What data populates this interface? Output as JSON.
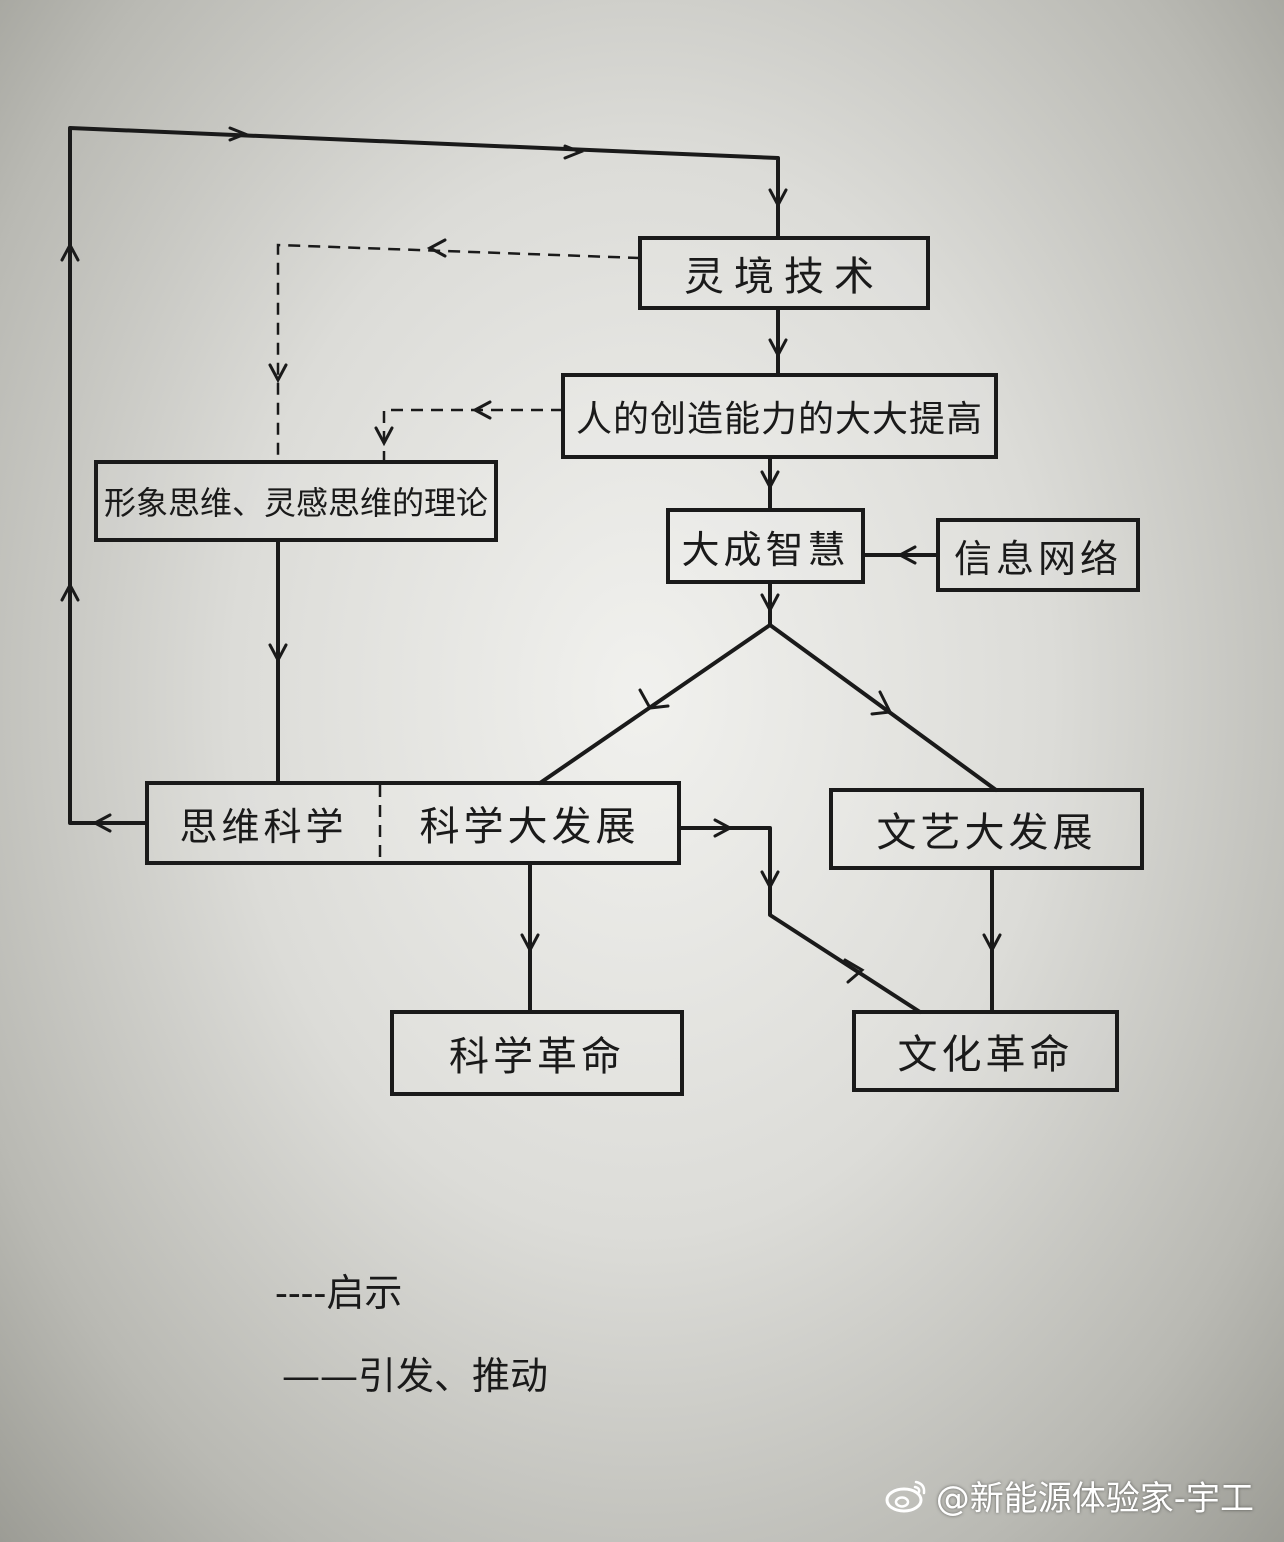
{
  "nodes": {
    "lingjing": "灵境技术",
    "creativity": "人的创造能力的大大提高",
    "theory": "形象思维、灵感思维的理论",
    "dacheng": "大成智慧",
    "network": "信息网络",
    "thinking_science": "思维科学",
    "science_dev": "科学大发展",
    "art_dev": "文艺大发展",
    "science_rev": "科学革命",
    "culture_rev": "文化革命"
  },
  "legend": {
    "dashed": "----启示",
    "solid": "——引发、推动"
  },
  "watermark": {
    "text": "@新能源体验家-宇工"
  },
  "colors": {
    "ink": "#1a1a1a"
  }
}
